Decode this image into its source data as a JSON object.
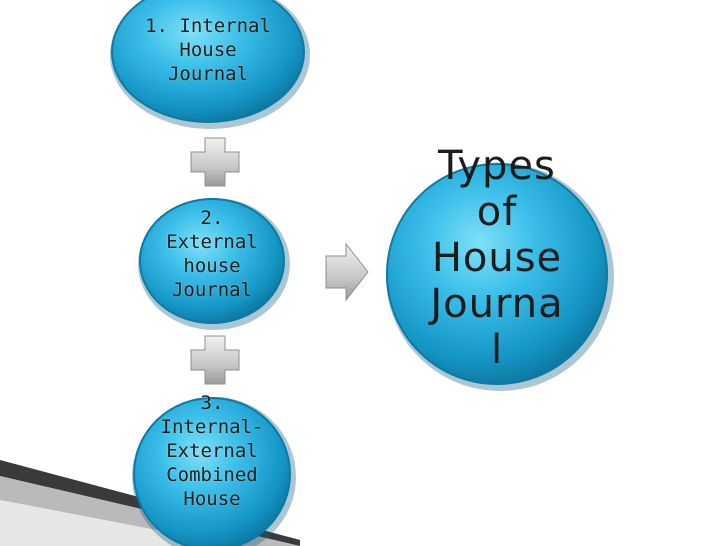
{
  "nodes": {
    "internal": [
      "1. Internal",
      "House",
      "Journal"
    ],
    "external": [
      "2.",
      "External",
      "house",
      "Journal"
    ],
    "combined": [
      "3.",
      "Internal-",
      "External",
      "Combined",
      "House"
    ],
    "types": [
      "Types",
      "of",
      "House",
      "Journa",
      "l"
    ]
  },
  "colors": {
    "circle_light": "#5fd0ef",
    "circle_mid": "#1aa3cf",
    "circle_dark": "#0a6f98",
    "connector_light": "#e6e6e6",
    "connector_dark": "#9a9a9a"
  }
}
